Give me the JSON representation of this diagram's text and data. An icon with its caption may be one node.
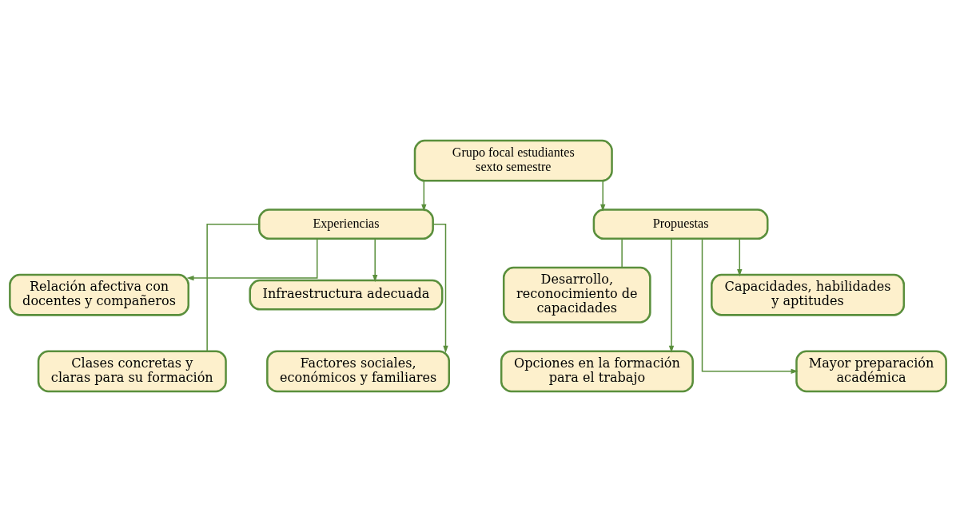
{
  "diagram": {
    "nodes": [
      {
        "text": [
          "Grupo focal estudiantes sexto semestre"
        ]
      },
      {
        "text": [
          "Experiencias"
        ]
      },
      {
        "text": [
          "Propuestas"
        ]
      },
      {
        "text": [
          "Relación afectiva con docentes y compañeros"
        ]
      },
      {
        "text": [
          "Infraestructura adecuada"
        ]
      },
      {
        "text": [
          "Clases concretas y claras para su formación"
        ]
      },
      {
        "text": [
          "Factores sociales, económicos y familiares"
        ]
      },
      {
        "text": [
          "Desarrollo, reconocimiento de capacidades"
        ]
      },
      {
        "text": [
          "Capacidades, habilidades y aptitudes"
        ]
      },
      {
        "text": [
          "Opciones en la formación para el trabajo"
        ]
      },
      {
        "text": [
          "Mayor preparación académica"
        ]
      }
    ],
    "edges": [
      {
        "from": 0,
        "to": 1,
        "arrow": "to"
      },
      {
        "from": 0,
        "to": 2,
        "arrow": "to"
      },
      {
        "from": 1,
        "to": 3,
        "arrow": "to"
      },
      {
        "from": 1,
        "to": 4,
        "arrow": "to"
      },
      {
        "from": 1,
        "to": 5,
        "arrow": "none"
      },
      {
        "from": 1,
        "to": 6,
        "arrow": "to"
      },
      {
        "from": 2,
        "to": 7,
        "arrow": "none"
      },
      {
        "from": 2,
        "to": 8,
        "arrow": "to"
      },
      {
        "from": 2,
        "to": 9,
        "arrow": "to"
      },
      {
        "from": 2,
        "to": 10,
        "arrow": "to"
      }
    ]
  }
}
